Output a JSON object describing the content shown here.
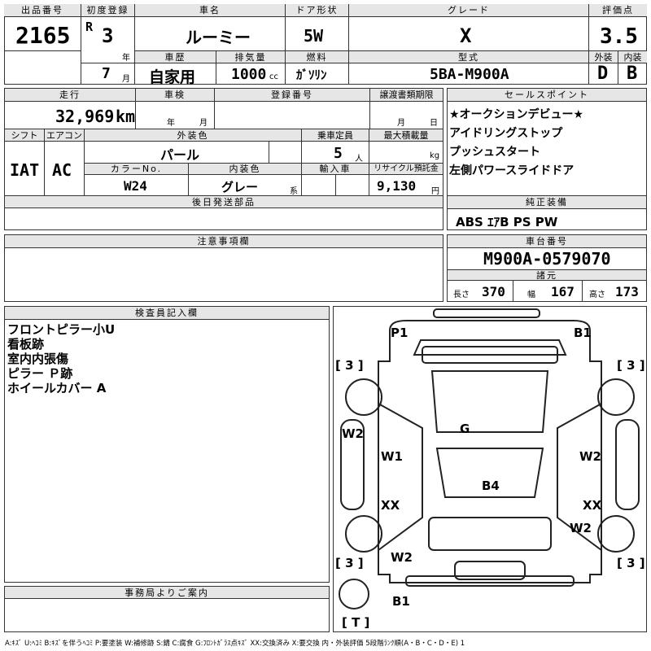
{
  "header": {
    "lot_label": "出品番号",
    "lot_value": "2165",
    "first_reg_label": "初度登録",
    "era": "R",
    "year_value": "3",
    "year_unit": "年",
    "month_value": "7",
    "month_unit": "月",
    "name_label": "車名",
    "name_value": "ルーミー",
    "door_label": "ドア形状",
    "door_value": "5W",
    "grade_label": "グレード",
    "grade_value": "X",
    "score_label": "評価点",
    "score_value": "3.5",
    "history_label": "車歴",
    "history_value": "自家用",
    "displacement_label": "排気量",
    "displacement_value": "1000",
    "displacement_unit": "cc",
    "fuel_label": "燃料",
    "fuel_value": "ｶﾞｿﾘﾝ",
    "model_label": "型式",
    "model_value": "5BA-M900A",
    "ext_label": "外装",
    "ext_value": "D",
    "int_label": "内装",
    "int_value": "B"
  },
  "row2": {
    "mileage_label": "走行",
    "mileage_value": "32,969",
    "mileage_unit": "km",
    "inspection_label": "車検",
    "inspection_year": "年",
    "inspection_month": "月",
    "reg_no_label": "登録番号",
    "transfer_label": "譲渡書類期限",
    "transfer_month": "月",
    "transfer_day": "日",
    "shift_label": "シフト",
    "shift_value": "IAT",
    "ac_label": "エアコン",
    "ac_value": "AC",
    "ext_color_label": "外装色",
    "ext_color_value": "パール",
    "capacity_label": "乗車定員",
    "capacity_value": "5",
    "capacity_unit": "人",
    "load_label": "最大積載量",
    "load_unit": "kg",
    "color_no_label": "カラーNo.",
    "color_no_value": "W24",
    "int_color_label": "内装色",
    "int_color_value": "グレー",
    "int_color_unit": "系",
    "import_label": "輸入車",
    "recycle_label": "リサイクル預託金",
    "recycle_value": "9,130",
    "recycle_unit": "円",
    "later_parts_label": "後日発送部品"
  },
  "sales_points": {
    "label": "セールスポイント",
    "items": [
      "★オークションデビュー★",
      "アイドリングストップ",
      "プッシュスタート",
      "左側パワースライドドア"
    ]
  },
  "equipment": {
    "label": "純正装備",
    "value": "ABS ｴｱB PS PW"
  },
  "notes": {
    "label": "注意事項欄"
  },
  "chassis": {
    "label": "車台番号",
    "value": "M900A-0579070",
    "spec_label": "諸元",
    "length_label": "長さ",
    "length_value": "370",
    "width_label": "幅",
    "width_value": "167",
    "height_label": "高さ",
    "height_value": "173"
  },
  "inspector": {
    "label": "検査員記入欄",
    "lines": [
      "フロントピラー小U",
      "看板跡",
      "室内内張傷",
      "ピラー Ｐ跡",
      "ホイールカバー A"
    ]
  },
  "office": {
    "label": "事務局よりご案内"
  },
  "diagram": {
    "marks": [
      "P1",
      "B1",
      "[ 3 ]",
      "[ 3 ]",
      "W2",
      "G",
      "W1",
      "W2",
      "B4",
      "XX",
      "XX",
      "W2",
      "W2",
      "[ 3 ]",
      "[ 3 ]",
      "B1",
      "[ T ]"
    ]
  },
  "legend": "A:ｷｽﾞ U:ﾍｺﾐ B:ｷｽﾞを伴うﾍｺﾐ P:要塗装 W:補修跡 S:錆 C:腐食 G:ﾌﾛﾝﾄｶﾞﾗｽ点ｷｽﾞ XX:交換済み X:要交換 内・外装評価 5段階ﾗﾝｸ順(A・B・C・D・E) 1"
}
